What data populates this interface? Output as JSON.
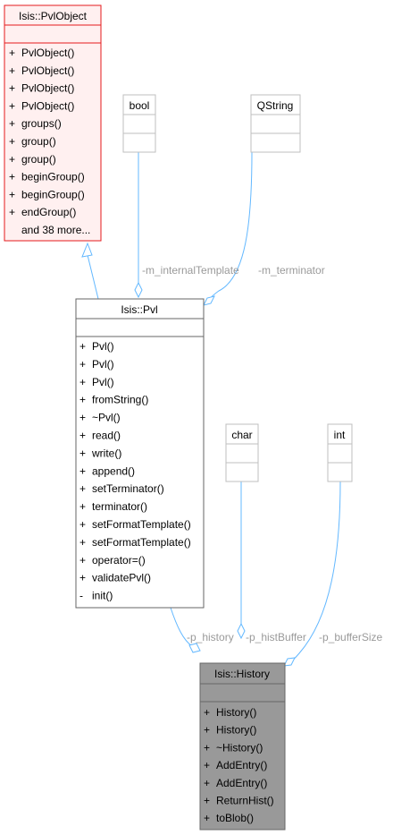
{
  "classes": {
    "pvlobject": {
      "title": "Isis::PvlObject",
      "methods": [
        {
          "vis": "+",
          "name": "PvlObject()"
        },
        {
          "vis": "+",
          "name": "PvlObject()"
        },
        {
          "vis": "+",
          "name": "PvlObject()"
        },
        {
          "vis": "+",
          "name": "PvlObject()"
        },
        {
          "vis": "+",
          "name": "groups()"
        },
        {
          "vis": "+",
          "name": "group()"
        },
        {
          "vis": "+",
          "name": "group()"
        },
        {
          "vis": "+",
          "name": "beginGroup()"
        },
        {
          "vis": "+",
          "name": "beginGroup()"
        },
        {
          "vis": "+",
          "name": "endGroup()"
        },
        {
          "vis": "",
          "name": "and 38 more..."
        }
      ]
    },
    "bool": {
      "title": "bool"
    },
    "qstring": {
      "title": "QString"
    },
    "pvl": {
      "title": "Isis::Pvl",
      "methods": [
        {
          "vis": "+",
          "name": "Pvl()"
        },
        {
          "vis": "+",
          "name": "Pvl()"
        },
        {
          "vis": "+",
          "name": "Pvl()"
        },
        {
          "vis": "+",
          "name": "fromString()"
        },
        {
          "vis": "+",
          "name": "~Pvl()"
        },
        {
          "vis": "+",
          "name": "read()"
        },
        {
          "vis": "+",
          "name": "write()"
        },
        {
          "vis": "+",
          "name": "append()"
        },
        {
          "vis": "+",
          "name": "setTerminator()"
        },
        {
          "vis": "+",
          "name": "terminator()"
        },
        {
          "vis": "+",
          "name": "setFormatTemplate()"
        },
        {
          "vis": "+",
          "name": "setFormatTemplate()"
        },
        {
          "vis": "+",
          "name": "operator=()"
        },
        {
          "vis": "+",
          "name": "validatePvl()"
        },
        {
          "vis": "-",
          "name": "init()"
        }
      ]
    },
    "char": {
      "title": "char"
    },
    "int": {
      "title": "int"
    },
    "history": {
      "title": "Isis::History",
      "methods": [
        {
          "vis": "+",
          "name": "History()"
        },
        {
          "vis": "+",
          "name": "History()"
        },
        {
          "vis": "+",
          "name": "~History()"
        },
        {
          "vis": "+",
          "name": "AddEntry()"
        },
        {
          "vis": "+",
          "name": "AddEntry()"
        },
        {
          "vis": "+",
          "name": "ReturnHist()"
        },
        {
          "vis": "+",
          "name": "toBlob()"
        }
      ]
    }
  },
  "edge_labels": {
    "internal_template": "-m_internalTemplate",
    "terminator": "-m_terminator",
    "history": "-p_history",
    "hist_buffer": "-p_histBuffer",
    "buffer_size": "-p_bufferSize"
  },
  "colors": {
    "edge": "#63b8ff",
    "highlight_border": "#e41a1c",
    "highlight_fill": "#fff0f0",
    "node_border": "#bfbfbf",
    "main_border": "#666666",
    "current_fill": "#999999"
  }
}
